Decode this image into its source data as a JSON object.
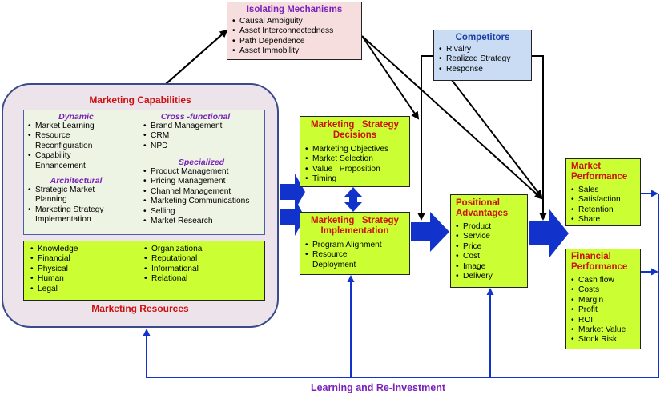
{
  "isolating": {
    "title": "Isolating Mechanisms",
    "items": [
      "Causal Ambiguity",
      "Asset Interconnectedness",
      "Path Dependence",
      "Asset Immobility"
    ]
  },
  "competitors": {
    "title": "Competitors",
    "items": [
      "Rivalry",
      "Realized Strategy",
      "Response"
    ]
  },
  "capabilities": {
    "title": "Marketing Capabilities",
    "dynamic": {
      "title": "Dynamic",
      "items": [
        "Market Learning",
        "Resource Reconfiguration",
        "Capability Enhancement"
      ]
    },
    "architectural": {
      "title": "Architectural",
      "items": [
        "Strategic Market Planning",
        "Marketing Strategy Implementation"
      ]
    },
    "cross": {
      "title": "Cross -functional",
      "items": [
        "Brand Management",
        "CRM",
        "NPD"
      ]
    },
    "specialized": {
      "title": "Specialized",
      "items": [
        "Product Management",
        "Pricing Management",
        "Channel Management",
        "Marketing Communications",
        "Selling",
        "Market Research"
      ]
    }
  },
  "resources": {
    "title": "Marketing Resources",
    "left": [
      "Knowledge",
      "Financial",
      "Physical",
      "Human",
      "Legal"
    ],
    "right": [
      "Organizational",
      "Reputational",
      "Informational",
      "Relational"
    ]
  },
  "decisions": {
    "title_line1": "Marketing   Strategy",
    "title_line2": "Decisions",
    "items": [
      "Marketing Objectives",
      "Market Selection",
      "Value   Proposition",
      "Timing"
    ]
  },
  "implementation": {
    "title_line1": "Marketing   Strategy",
    "title_line2": "Implementation",
    "items": [
      "Program Alignment",
      "Resource Deployment"
    ]
  },
  "positional": {
    "title_line1": "Positional",
    "title_line2": "Advantages",
    "items": [
      "Product",
      "Service",
      "Price",
      "Cost",
      "Image",
      "Delivery"
    ]
  },
  "market_perf": {
    "title_line1": "Market",
    "title_line2": "Performance",
    "items": [
      "Sales",
      "Satisfaction",
      "Retention",
      "Share"
    ]
  },
  "financial_perf": {
    "title_line1": "Financial",
    "title_line2": "Performance",
    "items": [
      "Cash flow",
      "Costs",
      "Margin",
      "Profit",
      "ROI",
      "Market Value",
      "Stock Risk"
    ]
  },
  "footer": {
    "label": "Learning and Re-investment"
  },
  "colors": {
    "green_box": "#ccff33",
    "pink_box": "#f6dede",
    "blue_box": "#c9dcf4",
    "capabilities_bg": "#ece4ea",
    "arrow_blue": "#1133cc",
    "title_red": "#cc1111",
    "title_purple": "#7a22bb"
  }
}
